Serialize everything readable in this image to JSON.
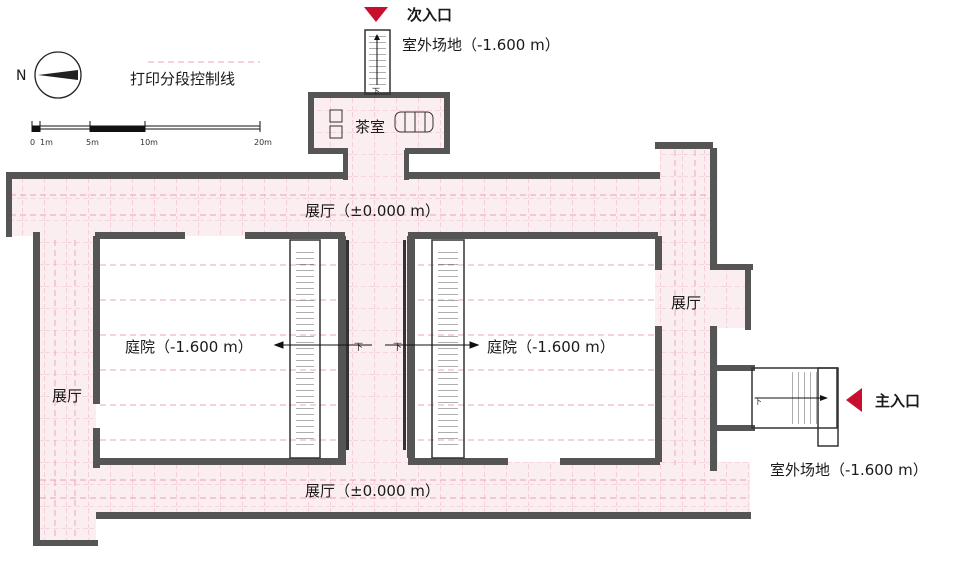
{
  "labels": {
    "secondary_entrance": "次入口",
    "main_entrance": "主入口",
    "outdoor_top": "室外场地（-1.600 m）",
    "outdoor_bottom": "室外场地（-1.600 m）",
    "tea_room": "茶室",
    "hall_top": "展厅（±0.000 m）",
    "hall_bottom": "展厅（±0.000 m）",
    "hall_left": "展厅",
    "hall_right": "展厅",
    "courtyard_left": "庭院（-1.600 m）",
    "courtyard_right": "庭院（-1.600 m）",
    "print_line_legend": "打印分段控制线",
    "north": "N",
    "down_mark": "下"
  },
  "scale_bar": {
    "ticks": [
      "0",
      "1m",
      "5m",
      "10m",
      "20m"
    ]
  },
  "colors": {
    "wall": "#555555",
    "floor_pink": "#f8e3e8",
    "pink_line": "#e98aa0",
    "marker_red": "#c8102e"
  },
  "icons": {
    "north_arrow": "north-arrow-icon",
    "entry_marker": "triangle-marker-icon"
  }
}
